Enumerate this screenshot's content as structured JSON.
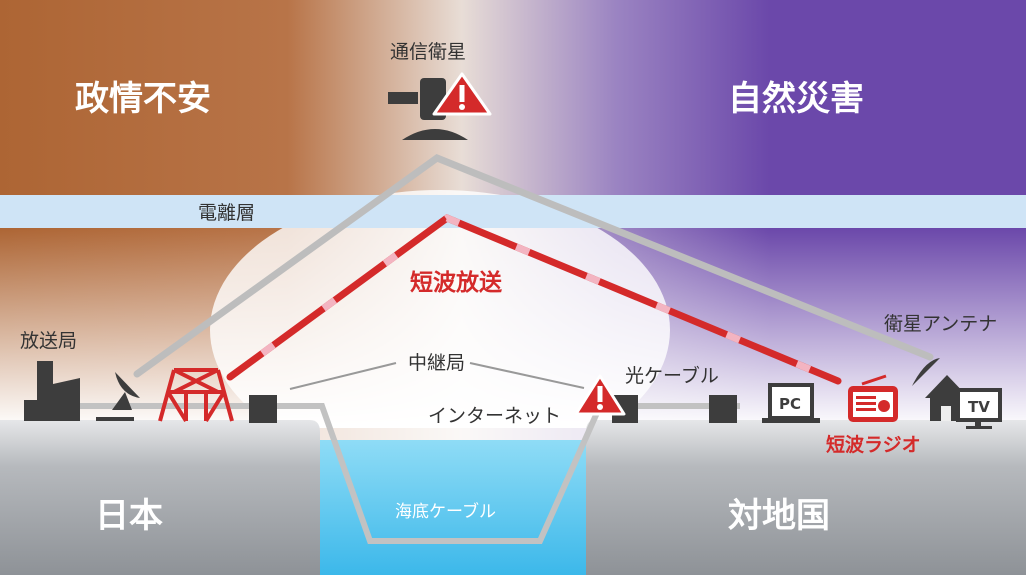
{
  "top": {
    "left_title": "政情不安",
    "right_title": "自然災害",
    "satellite_label": "通信衛星"
  },
  "ionosphere_label": "電離層",
  "shortwave_label": "短波放送",
  "left": {
    "station_label": "放送局",
    "country": "日本"
  },
  "relay_label": "中継局",
  "internet_label": "インターネット",
  "fiber_label": "光ケーブル",
  "undersea_label": "海底ケーブル",
  "right": {
    "antenna_label": "衛星アンテナ",
    "radio_label": "短波ラジオ",
    "country": "対地国",
    "pc_label": "PC",
    "tv_label": "TV"
  },
  "colors": {
    "left_bg": "#ad6534",
    "right_bg": "#6b48aa",
    "ionosphere": "#cfe4f6",
    "shortwave": "#d42a2a",
    "ground": "#9a9ea3",
    "sea": "#5cc9ef"
  }
}
